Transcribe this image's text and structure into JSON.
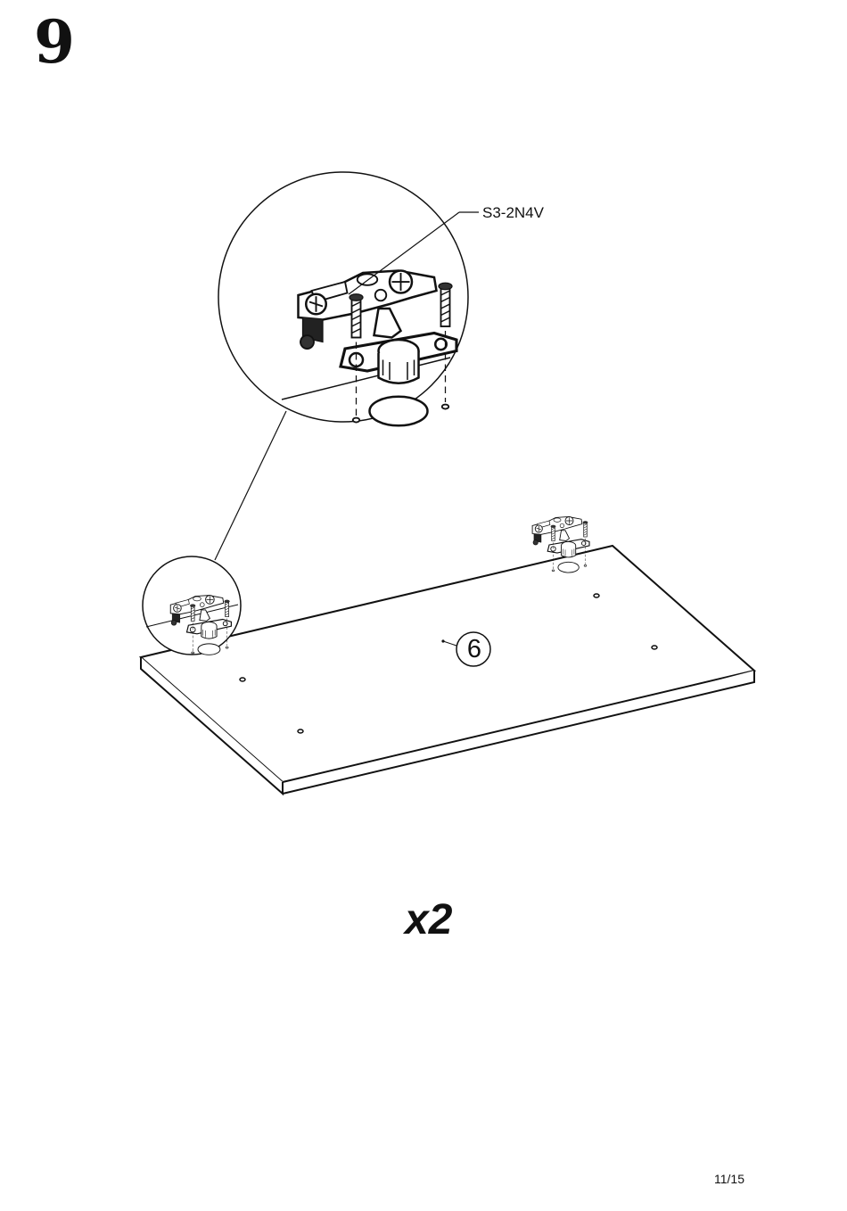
{
  "step": {
    "number": "9"
  },
  "callout": {
    "part_code": "S3-2N4V"
  },
  "panel": {
    "id": "6"
  },
  "quantity": "x2",
  "page": "11/15"
}
